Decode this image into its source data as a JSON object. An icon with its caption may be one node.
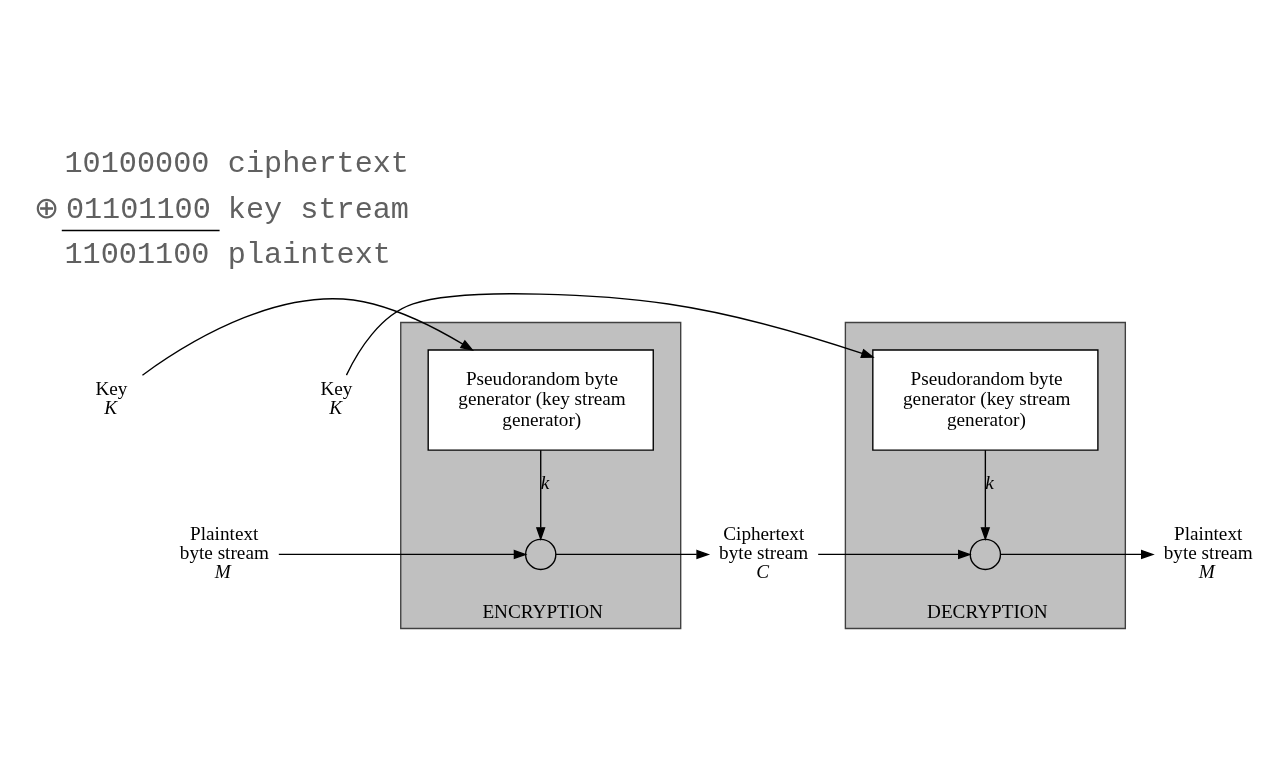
{
  "diagram": {
    "nodes": [
      {
        "text": [
          "Key",
          "K"
        ]
      },
      {
        "text": [
          "ENCRYPTION"
        ]
      },
      {
        "text": [
          "Pseudorandom byte generator (key stream generator)"
        ],
        "in": 1
      },
      {
        "text": [],
        "shape": "circle",
        "in": 1
      },
      {
        "text": [
          "Plaintext byte stream",
          "M"
        ]
      },
      {
        "text": [
          "Ciphertext byte stream",
          "C"
        ]
      },
      {
        "text": [
          "Key",
          "K"
        ]
      },
      {
        "text": [
          "DECRYPTION"
        ]
      },
      {
        "text": [
          "Pseudorandom byte generator (key stream generator)"
        ],
        "in": 7
      },
      {
        "text": [],
        "shape": "circle",
        "in": 7
      },
      {
        "text": [
          "Plaintext byte stream",
          "M"
        ]
      }
    ],
    "edges": [
      {
        "from": 0,
        "to": 2,
        "arrow": "to"
      },
      {
        "from": 2,
        "to": 3,
        "arrow": "to",
        "label": "k"
      },
      {
        "from": 4,
        "to": 3,
        "arrow": "to"
      },
      {
        "from": 3,
        "to": 5,
        "arrow": "to"
      },
      {
        "from": 5,
        "to": 9,
        "arrow": "to"
      },
      {
        "from": 6,
        "to": 8,
        "arrow": "to"
      },
      {
        "from": 8,
        "to": 9,
        "arrow": "to",
        "label": "k"
      },
      {
        "from": 9,
        "to": 10,
        "arrow": "to"
      }
    ],
    "labels": [
      "10100000",
      "ciphertext",
      "⊕",
      "01101100",
      "key stream",
      "11001100",
      "plaintext"
    ]
  }
}
